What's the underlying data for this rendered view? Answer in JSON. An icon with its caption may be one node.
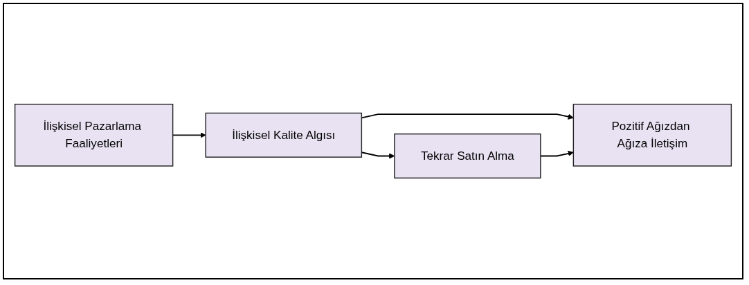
{
  "diagram": {
    "nodes": [
      {
        "text": [
          "İlişkisel Pazarlama Faaliyetleri"
        ]
      },
      {
        "text": [
          "İlişkisel Kalite Algısı"
        ]
      },
      {
        "text": [
          "Pozitif Ağızdan Ağıza İletişim"
        ]
      },
      {
        "text": [
          "Tekrar Satın Alma"
        ]
      }
    ],
    "edges": [
      {
        "from": 0,
        "to": 1,
        "arrow": "to"
      },
      {
        "from": 1,
        "to": 2,
        "arrow": "to"
      },
      {
        "from": 1,
        "to": 3,
        "arrow": "to"
      },
      {
        "from": 3,
        "to": 2,
        "arrow": "to"
      }
    ]
  }
}
